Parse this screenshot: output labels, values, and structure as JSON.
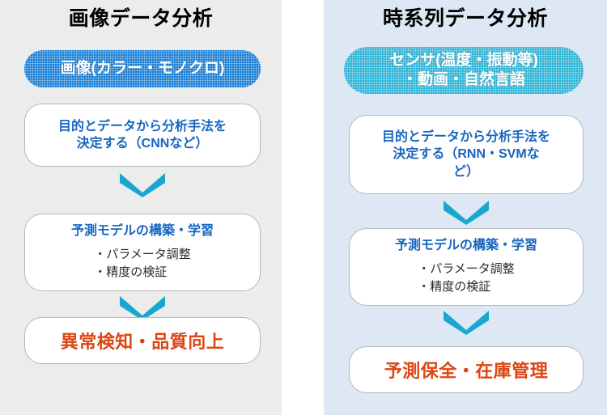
{
  "colors": {
    "panel_left_bg": "#ececec",
    "panel_right_bg": "#dde8f4",
    "pill_left_bg": "#1a7fd4",
    "pill_right_bg": "#2bb4d6",
    "heading_blue": "#1766c0",
    "result_orange": "#dd4512",
    "arrow_cyan": "#18a8cf",
    "box_border": "#b4b8bb",
    "title_black": "#000000"
  },
  "left": {
    "title": "画像データ分析",
    "source": {
      "label": "画像(カラー・モノクロ)",
      "style": "pill-blue"
    },
    "steps": [
      {
        "heading_line1": "目的とデータから分析手法を",
        "heading_line2": "決定する（CNNなど）",
        "bullets": []
      },
      {
        "heading_line1": "予測モデルの構築・学習",
        "heading_line2": "",
        "bullets": [
          "・パラメータ調整",
          "・精度の検証"
        ]
      }
    ],
    "result": "異常検知・品質向上",
    "arrow_icon": "chevron-down-icon"
  },
  "right": {
    "title": "時系列データ分析",
    "source": {
      "label_line1": "センサ(温度・振動等)",
      "label_line2": "・動画・自然言語",
      "style": "pill-cyan"
    },
    "steps": [
      {
        "heading_line1": "目的とデータから分析手法を",
        "heading_line2": "決定する（RNN・SVMな",
        "heading_line3": "ど）",
        "bullets": []
      },
      {
        "heading_line1": "予測モデルの構築・学習",
        "heading_line2": "",
        "bullets": [
          "・パラメータ調整",
          "・精度の検証"
        ]
      }
    ],
    "result": "予測保全・在庫管理",
    "arrow_icon": "chevron-down-icon"
  }
}
